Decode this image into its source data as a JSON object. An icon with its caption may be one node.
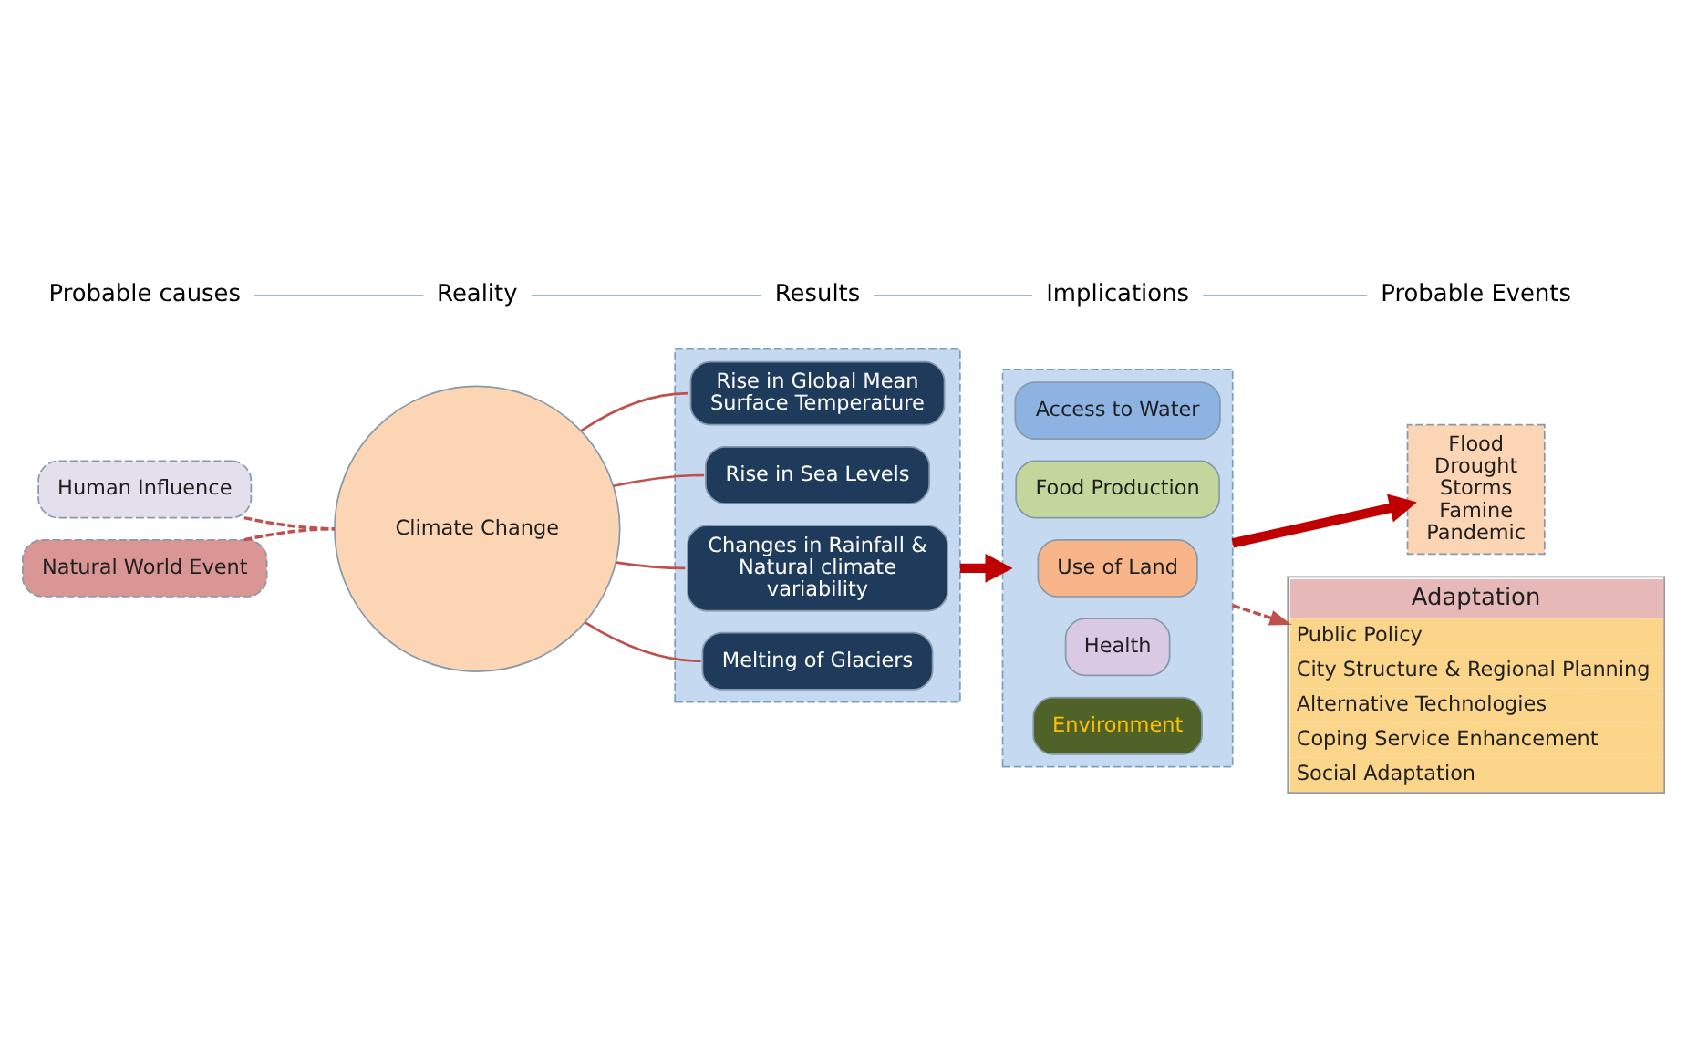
{
  "diagram": {
    "nodes": [
      {
        "text": [
          "Human Influence"
        ]
      },
      {
        "text": [
          "Natural World Event"
        ]
      },
      {
        "text": [
          "Climate Change"
        ]
      },
      {
        "text": [],
        "shape": "box"
      },
      {
        "text": [
          "Rise in Global Mean Surface Temperature"
        ],
        "in": 3
      },
      {
        "text": [
          "Rise in Sea Levels"
        ],
        "in": 3
      },
      {
        "text": [
          "Changes in Rainfall & Natural climate variability"
        ],
        "in": 3
      },
      {
        "text": [
          "Melting of Glaciers"
        ],
        "in": 3
      },
      {
        "text": [],
        "shape": "box"
      },
      {
        "text": [
          "Access to Water"
        ],
        "in": 8
      },
      {
        "text": [
          "Food Production"
        ],
        "in": 8
      },
      {
        "text": [
          "Use of Land"
        ],
        "in": 8
      },
      {
        "text": [
          "Health"
        ],
        "in": 8
      },
      {
        "text": [
          "Environment"
        ],
        "in": 8
      },
      {
        "text": [
          "Flood",
          "Drought",
          "Storms",
          "Famine",
          "Pandemic"
        ]
      },
      {
        "text": [
          "Adaptation",
          "Public Policy",
          "City Structure & Regional Planning",
          "Alternative Technologies",
          "Coping Service Enhancement",
          "Social Adaptation"
        ]
      }
    ],
    "edges": [
      {
        "from": 0,
        "to": 2,
        "arrow": "none",
        "style": "dashed"
      },
      {
        "from": 1,
        "to": 2,
        "arrow": "none",
        "style": "dashed"
      },
      {
        "from": 2,
        "to": 4,
        "arrow": "none"
      },
      {
        "from": 2,
        "to": 5,
        "arrow": "none"
      },
      {
        "from": 2,
        "to": 6,
        "arrow": "none"
      },
      {
        "from": 2,
        "to": 7,
        "arrow": "none"
      },
      {
        "from": 3,
        "to": 8,
        "arrow": "to",
        "style": "thick",
        "color": "#c00000"
      },
      {
        "from": 8,
        "to": 14,
        "arrow": "to",
        "style": "thick",
        "color": "#c00000"
      },
      {
        "from": 8,
        "to": 15,
        "arrow": "to",
        "style": "dashed"
      }
    ],
    "labels": [
      "Probable causes",
      "Reality",
      "Results",
      "Implications",
      "Probable Events"
    ]
  }
}
